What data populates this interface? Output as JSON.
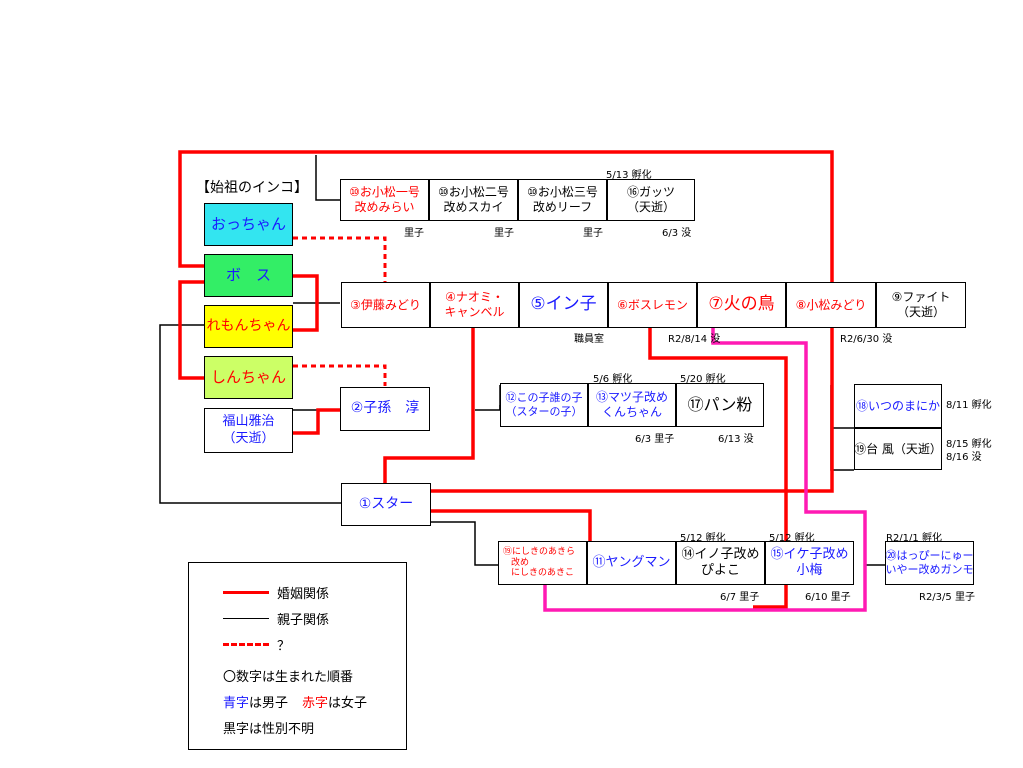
{
  "title": "【始祖のインコ】",
  "colors": {
    "marriage": "#ff0000",
    "parent": "#000000",
    "question": "#ff0000",
    "pink": "#ff1ab3",
    "cyan": "#33e5f0",
    "green": "#33ee66",
    "yellow": "#ffff00",
    "lime": "#ccff66"
  },
  "founders": {
    "occhan": "おっちゃん",
    "boss": "ボ　ス",
    "lemon": "れもんちゃん",
    "shin": "しんちゃん",
    "fukuyama": [
      "福山雅治",
      "（天逝）"
    ]
  },
  "top_row": {
    "date_above": "5/13 孵化",
    "cells": [
      [
        "⑩お小松一号",
        "改めみらい"
      ],
      [
        "⑩お小松二号",
        "改めスカイ"
      ],
      [
        "⑩お小松三号",
        "改めリーフ"
      ],
      [
        "⑯ガッツ",
        "（天逝）"
      ]
    ],
    "notes_below": [
      "里子",
      "里子",
      "里子",
      "6/3 没"
    ]
  },
  "main_row": {
    "cells": [
      [
        "③伊藤みどり"
      ],
      [
        "④ナオミ・",
        "キャンベル"
      ],
      [
        "⑤イン子"
      ],
      [
        "⑥ボスレモン"
      ],
      [
        "⑦火の鳥"
      ],
      [
        "⑧小松みどり"
      ],
      [
        "⑨ファイト",
        "（天逝）"
      ]
    ],
    "notes_below": [
      "職員室",
      "R2/8/14 没",
      "R2/6/30 没"
    ]
  },
  "son_jun": "②子孫　淳",
  "star": "①スター",
  "mid_row": {
    "dates_above": [
      "5/6 孵化",
      "5/20 孵化"
    ],
    "cells": [
      [
        "⑫この子誰の子",
        "（スターの子）"
      ],
      [
        "⑬マツ子改め",
        "くんちゃん"
      ],
      [
        "⑰パン粉"
      ]
    ],
    "notes_below": [
      "6/3 里子",
      "6/13 没"
    ]
  },
  "right_pair": {
    "cells": [
      "⑱いつのまにか",
      "⑲台 風（天逝）"
    ],
    "dates": [
      "8/11 孵化",
      "8/15 孵化",
      "8/16 没"
    ]
  },
  "bottom_row": {
    "dates_above": [
      "5/12 孵化",
      "5/12 孵化"
    ],
    "cells": [
      [
        "⑲にしきのあきら",
        "改め",
        "にしきのあきこ"
      ],
      [
        "⑪ヤングマン"
      ],
      [
        "⑭イノ子改め",
        "ぴよこ"
      ],
      [
        "⑮イケ子改め",
        "小梅"
      ]
    ],
    "notes_below": [
      "6/7 里子",
      "6/10 里子"
    ]
  },
  "far_right": {
    "date_above": "R2/1/1 孵化",
    "lines": [
      "⑳はっぴーにゅー",
      "いやー改めガンモ"
    ],
    "note_below": "R2/3/5 里子"
  },
  "legend": {
    "marriage": "婚姻関係",
    "parent": "親子関係",
    "question": "？",
    "note1": "〇数字は生まれた順番",
    "blue_word": "青字",
    "blue_rest": "は男子",
    "red_word": "赤字",
    "red_rest": "は女子",
    "note3": "黒字は性別不明"
  }
}
